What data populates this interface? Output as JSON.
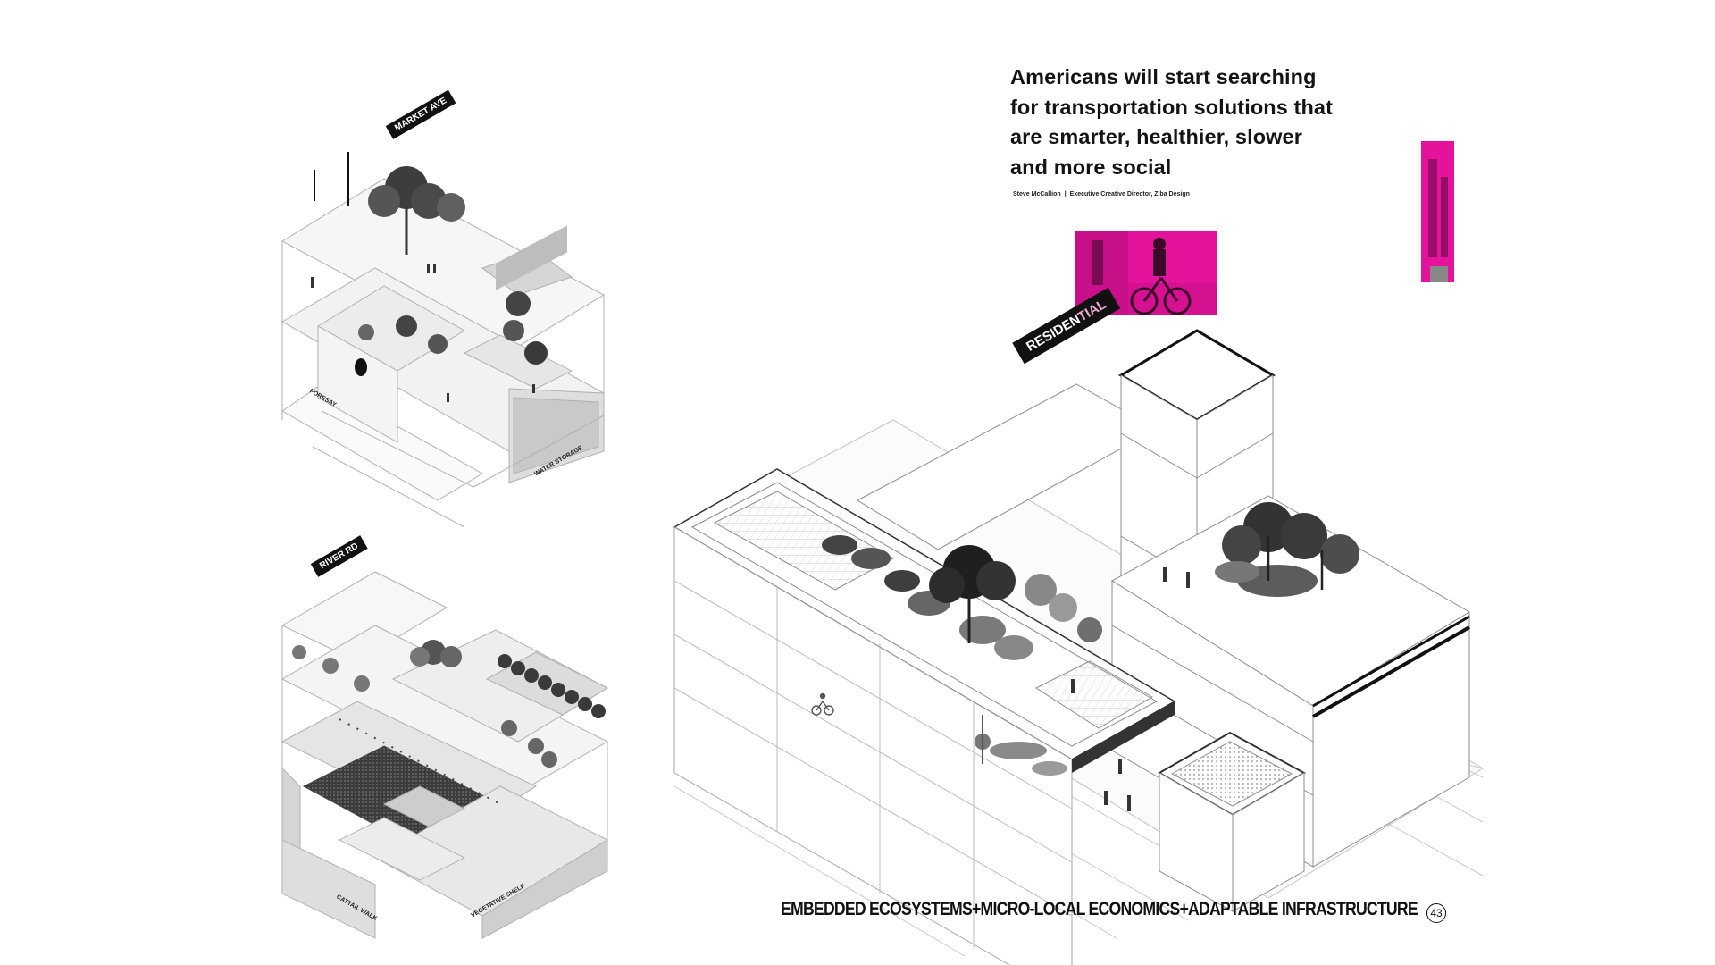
{
  "quote": {
    "lines": [
      "Americans will start searching",
      "for transportation solutions that",
      "are smarter, healthier, slower",
      "and more social"
    ],
    "author": "Steve McCallion",
    "separator": "|",
    "role": "Executive Creative Director, Ziba Design"
  },
  "labels": {
    "market_ave": "MARKET AVE",
    "river_rd": "RIVER RD",
    "residential_dark": "RESIDEN",
    "residential_faded": "TIAL",
    "foresay": "FORESAY",
    "water_storage": "WATER STORAGE",
    "cattail_walk": "CATTAIL WALK",
    "vegetative_shelf": "VEGETATIVE SHELF"
  },
  "footer": {
    "title": "EMBEDDED ECOSYSTEMS+MICRO-LOCAL ECONOMICS+ADAPTABLE INFRASTRUCTURE",
    "page_number": "43"
  },
  "colors": {
    "accent_magenta": "#e3139b",
    "text": "#141414",
    "label_bg": "#111111",
    "line": "#9a9a9a"
  },
  "icons": {
    "tree": "tree-icon",
    "person": "person-icon",
    "cyclist": "cyclist-icon"
  }
}
